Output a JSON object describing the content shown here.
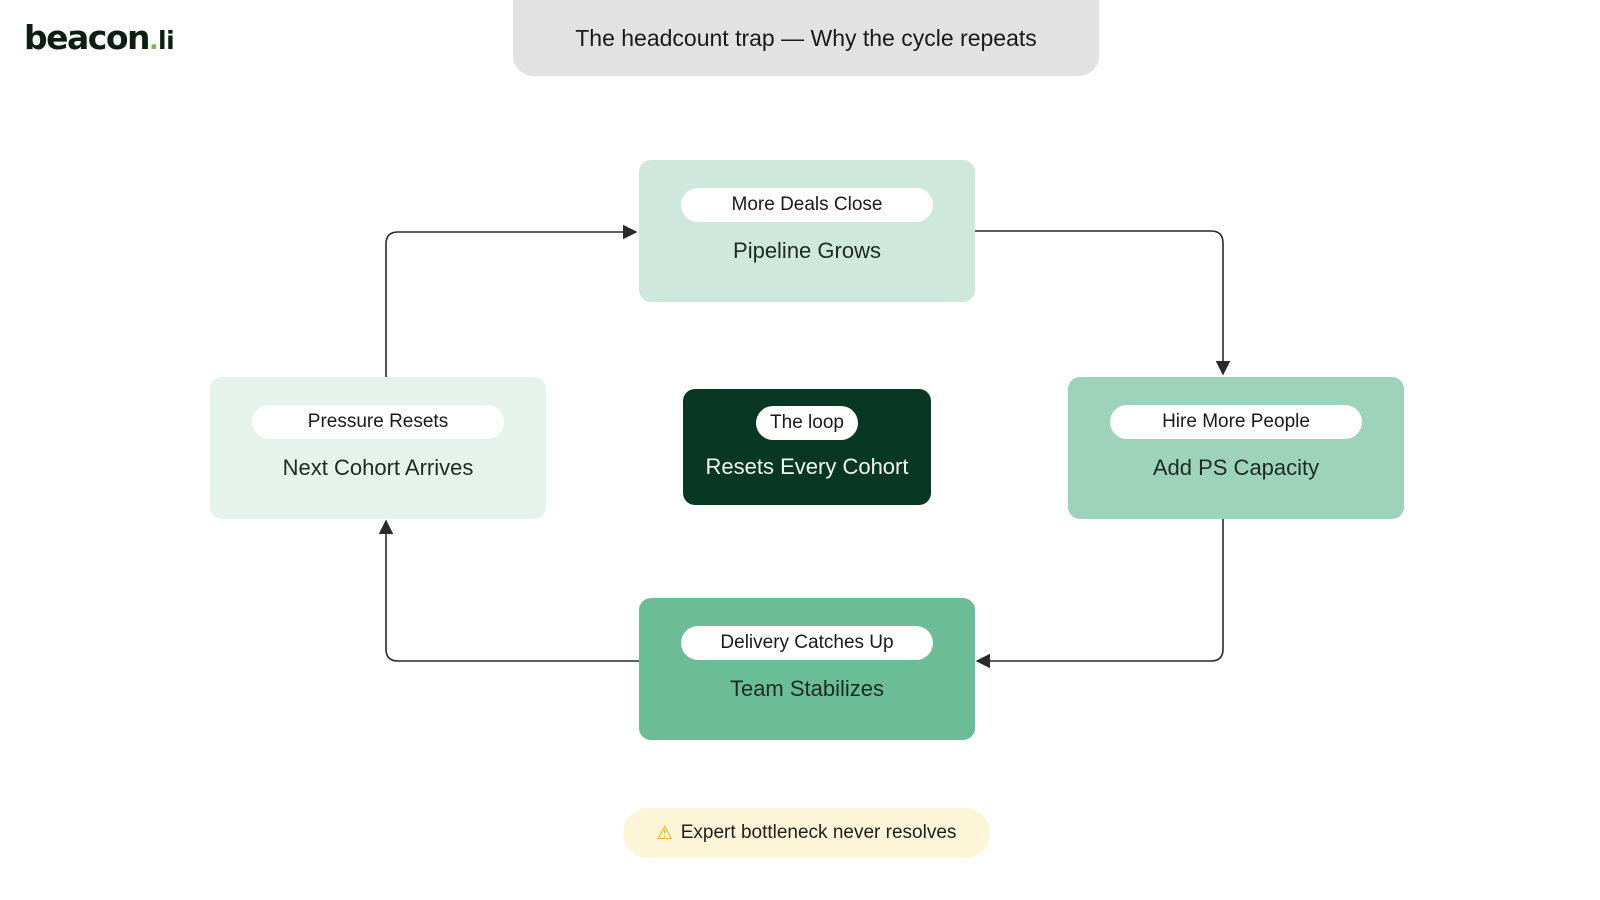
{
  "brand": {
    "name": "beacon",
    "dot": ".",
    "tld": "li"
  },
  "title": "The headcount trap — Why the cycle repeats",
  "nodes": {
    "top": {
      "tag": "More Deals Close",
      "label": "Pipeline Grows"
    },
    "right": {
      "tag": "Hire More People",
      "label": "Add PS Capacity"
    },
    "bottom": {
      "tag": "Delivery Catches Up",
      "label": "Team Stabilizes"
    },
    "left": {
      "tag": "Pressure Resets",
      "label": "Next Cohort Arrives"
    }
  },
  "center": {
    "tag": "The loop",
    "label": "Resets Every Cohort"
  },
  "warning": {
    "icon": "warning-icon",
    "glyph": "⚠",
    "text": "Expert bottleneck never resolves"
  },
  "colors": {
    "top": "#cfe8dd",
    "right": "#9dd3bb",
    "bottom": "#6bbd98",
    "left": "#e6f3ed",
    "center": "#083823",
    "warning_bg": "#fdf5d8",
    "title_bg": "#e2e2e2"
  }
}
